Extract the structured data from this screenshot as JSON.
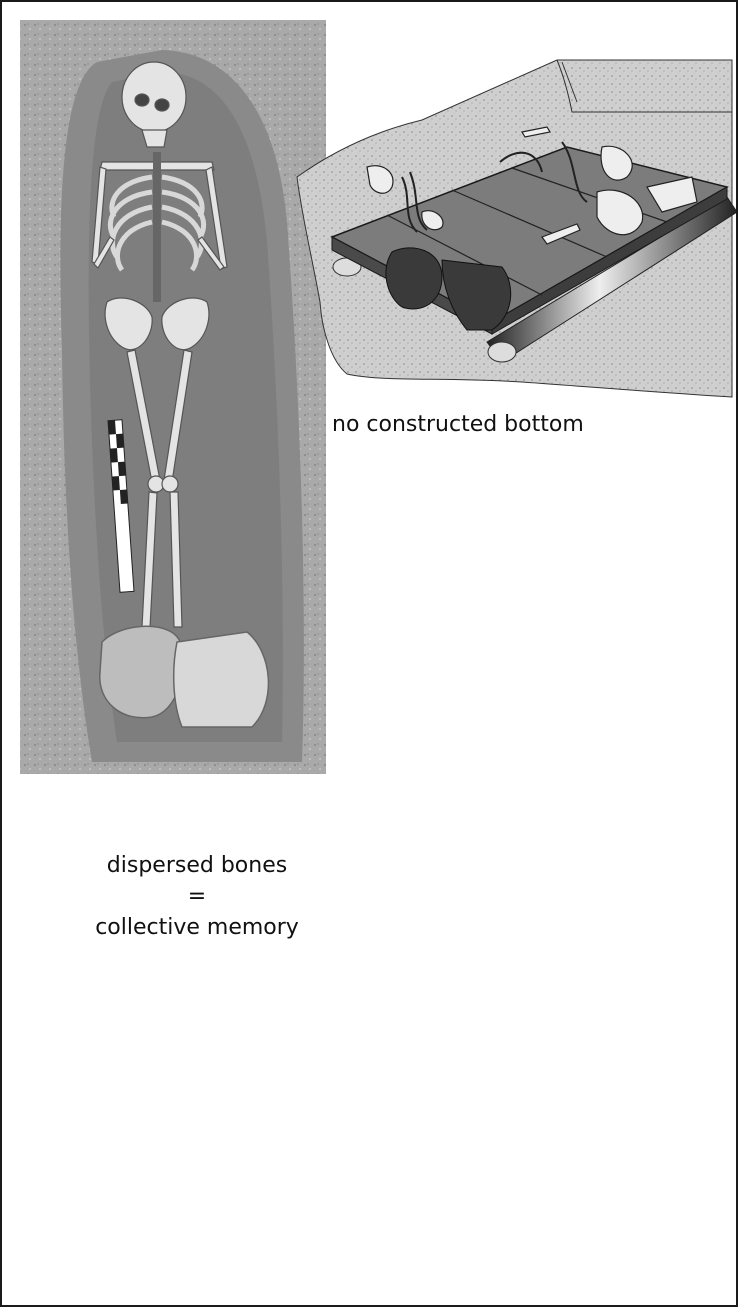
{
  "figure": {
    "photo": {
      "subject": "skeleton-in-grave-photo"
    },
    "labels": {
      "no_constructed_bottom": "no constructed bottom",
      "dispersed_bones": "dispersed bones",
      "equals": "=",
      "collective_memory": "collective memory"
    },
    "colors": {
      "soil": "#c9c9c9",
      "soil_dark": "#8e8e8e",
      "wood_dark": "#545454",
      "wood_mid": "#7a7a7a",
      "plank_light": "#f2f2f2",
      "bone": "#ededed",
      "stone": "#3c3c3c",
      "outline": "#1a1a1a"
    }
  }
}
